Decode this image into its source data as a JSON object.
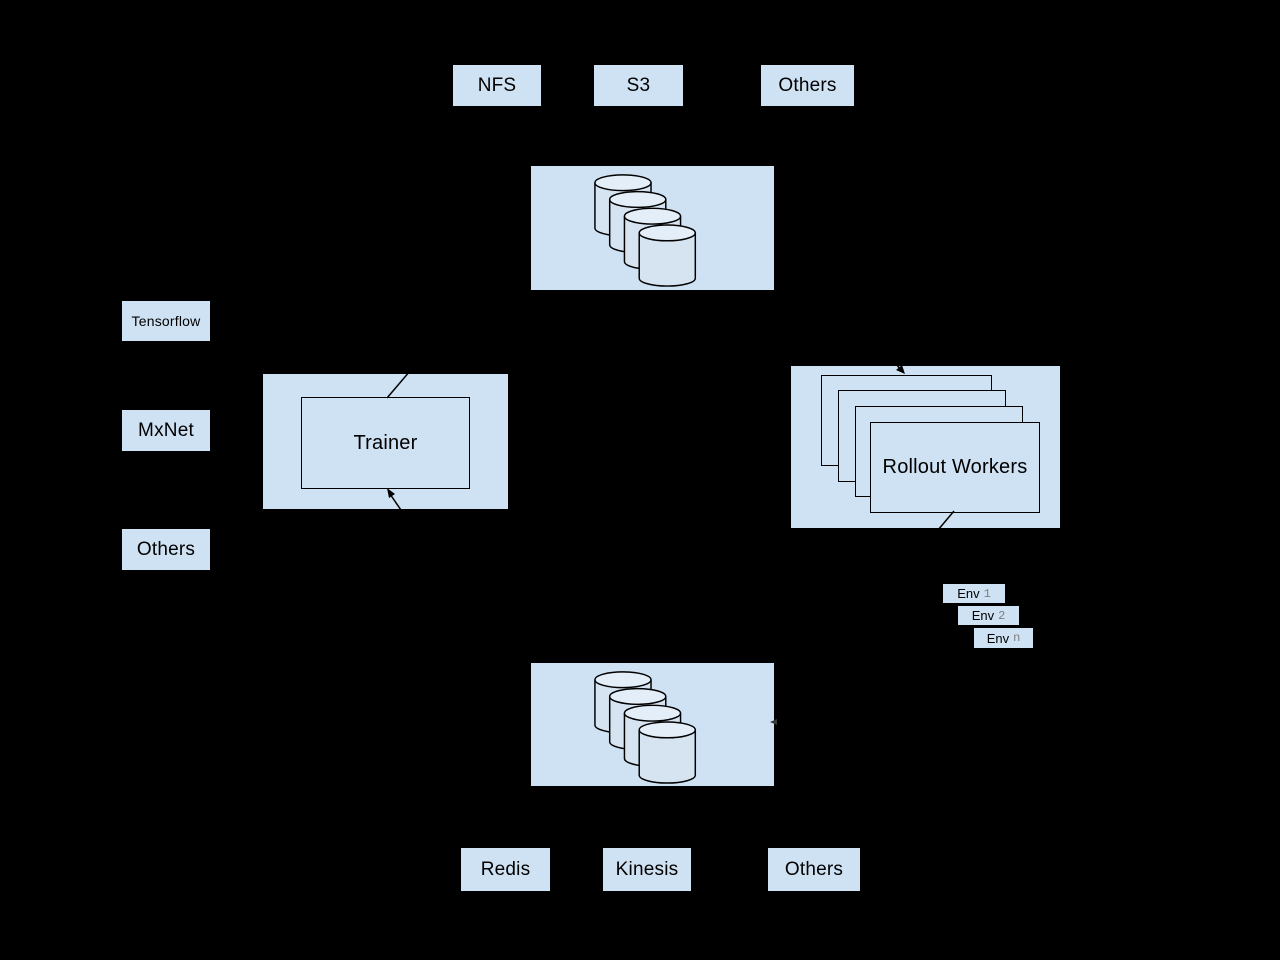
{
  "diagram": {
    "type": "architecture-diagram",
    "colors": {
      "background": "#000000",
      "node_fill": "#cfe2f3",
      "node_border": "#000000",
      "cylinder_body_fill": "#d6e4f2",
      "cylinder_top_fill": "#e4eef9",
      "text": "#000000",
      "env_index_text": "#7f7f7f"
    },
    "storage_backends": {
      "items": [
        {
          "label": "NFS"
        },
        {
          "label": "S3"
        },
        {
          "label": "Others"
        }
      ]
    },
    "buffers": {
      "top": {
        "icon": "database-cylinders-icon",
        "cylinder_count": 4
      },
      "bottom": {
        "icon": "database-cylinders-icon",
        "cylinder_count": 4
      }
    },
    "frameworks": {
      "items": [
        {
          "label": "Tensorflow"
        },
        {
          "label": "MxNet"
        },
        {
          "label": "Others"
        }
      ]
    },
    "trainer": {
      "label": "Trainer"
    },
    "rollout_workers": {
      "label": "Rollout Workers",
      "stack_count": 4
    },
    "environments": {
      "items": [
        {
          "prefix": "Env",
          "index": "1"
        },
        {
          "prefix": "Env",
          "index": "2"
        },
        {
          "prefix": "Env",
          "index": "n"
        }
      ]
    },
    "queue_backends": {
      "items": [
        {
          "label": "Redis"
        },
        {
          "label": "Kinesis"
        },
        {
          "label": "Others"
        }
      ]
    }
  }
}
